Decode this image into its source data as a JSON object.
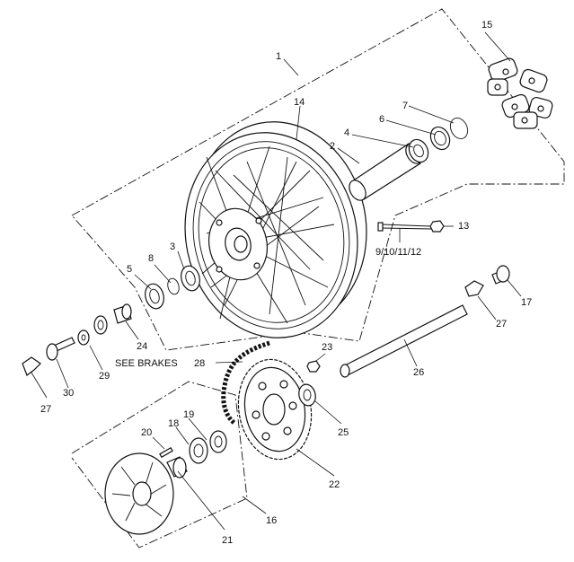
{
  "callouts": {
    "c1": "1",
    "c2": "2",
    "c3": "3",
    "c4": "4",
    "c5": "5",
    "c6": "6",
    "c7": "7",
    "c8": "8",
    "c9_12": "9/10/11/12",
    "c13": "13",
    "c14": "14",
    "c15": "15",
    "c16": "16",
    "c17": "17",
    "c18": "18",
    "c19": "19",
    "c20": "20",
    "c21": "21",
    "c22": "22",
    "c23": "23",
    "c24": "24",
    "c25": "25",
    "c26": "26",
    "c27a": "27",
    "c27b": "27",
    "c28": "28",
    "c29": "29",
    "c30": "30"
  },
  "note": "SEE BRAKES",
  "icons": {
    "wheel": "spoked-wheel-icon",
    "sprocket": "sprocket-icon",
    "chain": "chain-icon",
    "cush_drive": "cush-drive-rubber-icon"
  }
}
